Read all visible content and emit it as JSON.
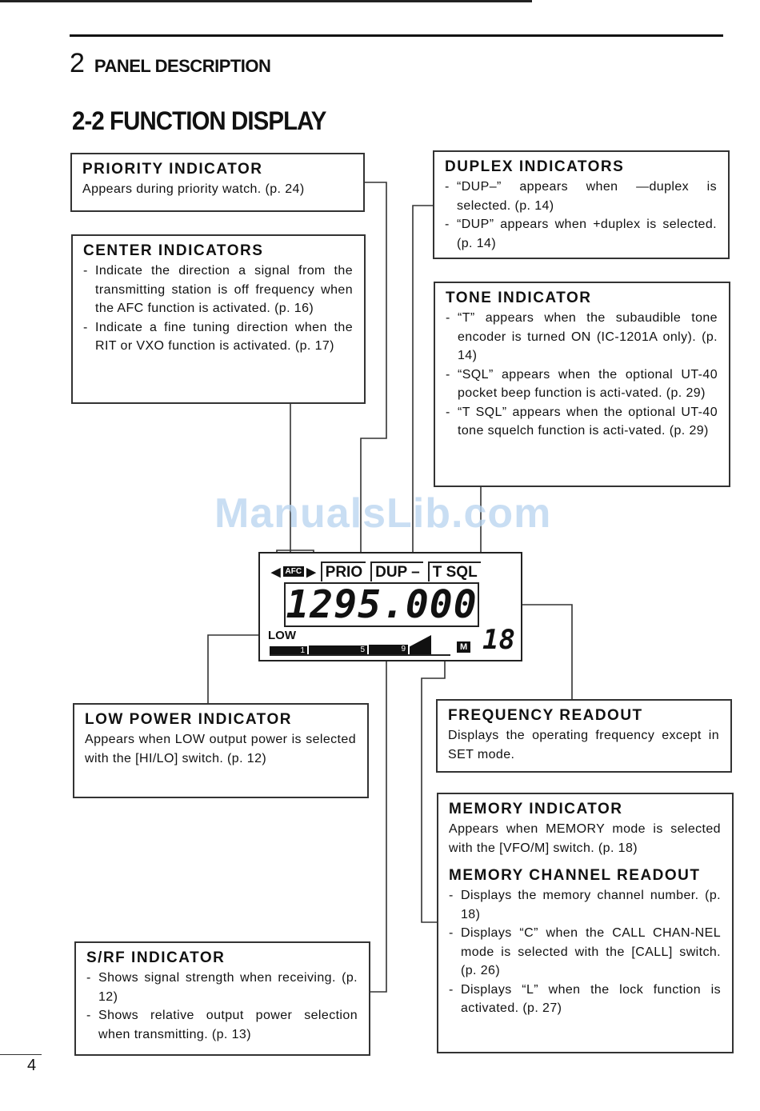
{
  "chapter": {
    "number": "2",
    "title": "PANEL DESCRIPTION"
  },
  "section": {
    "title": "2-2 FUNCTION DISPLAY"
  },
  "watermark": "ManualsLib.com",
  "priority": {
    "title": "PRIORITY INDICATOR",
    "text": "Appears during priority watch. (p. 24)"
  },
  "center": {
    "title": "CENTER INDICATORS",
    "items": [
      "Indicate the direction a signal from the transmitting station is off frequency when the AFC function is activated. (p. 16)",
      "Indicate a fine tuning direction when the RIT or VXO function is activated. (p. 17)"
    ]
  },
  "duplex": {
    "title": "DUPLEX INDICATORS",
    "items": [
      "“DUP–” appears when —duplex is selected. (p. 14)",
      "“DUP” appears when +duplex is selected. (p. 14)"
    ]
  },
  "tone": {
    "title": "TONE INDICATOR",
    "items": [
      "“T” appears when the subaudible tone encoder is turned ON (IC-1201A only). (p. 14)",
      "“SQL” appears when the optional UT-40 pocket beep function is acti-vated. (p. 29)",
      "“T SQL” appears when the optional UT-40 tone squelch function is acti-vated. (p. 29)"
    ]
  },
  "display": {
    "afc": "AFC",
    "prio": "PRIO",
    "dup": "DUP –",
    "tsql": "T SQL",
    "frequency": "1295.000",
    "low": "LOW",
    "meter_marks": [
      "1",
      "5",
      "9"
    ],
    "memory_tag": "M",
    "channel": "18"
  },
  "low_power": {
    "title": "LOW POWER INDICATOR",
    "text": "Appears when LOW output power is selected with the [HI/LO] switch. (p. 12)"
  },
  "frequency_readout": {
    "title": "FREQUENCY READOUT",
    "text": "Displays the operating frequency except in SET mode."
  },
  "memory": {
    "title": "MEMORY INDICATOR",
    "text": "Appears when MEMORY mode is selected with the [VFO/M] switch. (p. 18)",
    "channel_title": "MEMORY CHANNEL READOUT",
    "channel_items": [
      "Displays the memory channel number. (p. 18)",
      "Displays “C” when the CALL CHAN-NEL mode is selected with the [CALL] switch. (p. 26)",
      "Displays “L” when the lock function is activated. (p. 27)"
    ]
  },
  "srf": {
    "title": "S/RF INDICATOR",
    "items": [
      "Shows signal strength when receiving. (p. 12)",
      "Shows relative output power selection when transmitting. (p. 13)"
    ]
  },
  "page_number": "4"
}
